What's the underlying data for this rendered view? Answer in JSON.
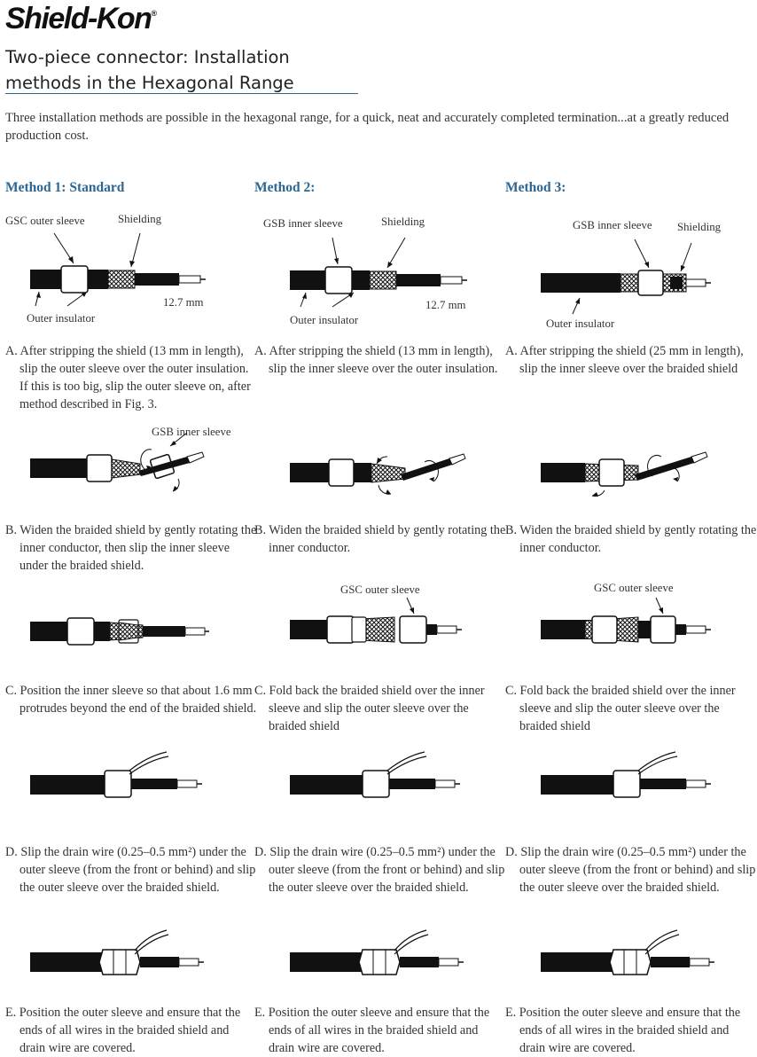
{
  "brand": "Shield-Kon",
  "brand_mark": "®",
  "title_line1": "Two-piece connector: Installation",
  "title_line2": "methods in the Hexagonal Range",
  "intro": "Three installation methods are possible in the hexagonal range, for a quick, neat and accurately completed termination...at a greatly reduced production cost.",
  "methods": [
    {
      "title": "Method 1: Standard",
      "fig_labels": {
        "a": "GSC outer sleeve",
        "b": "Shielding",
        "c": "Outer insulator",
        "d": "12.7 mm"
      },
      "fig2_label": "GSB inner sleeve",
      "steps": {
        "a": "A. After stripping the shield (13 mm in length), slip the outer sleeve over the outer insulation. If this is too big, slip the outer sleeve on, after method described in Fig. 3.",
        "b": "B. Widen the braided shield by gently rotating the inner conductor, then slip the inner sleeve under the braided shield.",
        "c": "C. Position the inner sleeve so that about 1.6 mm protrudes beyond the end of the braided shield.",
        "d": "D. Slip the drain wire (0.25–0.5 mm²) under the outer sleeve (from the front or behind) and slip the outer sleeve over the braided shield.",
        "e": "E. Position the outer sleeve and ensure that the ends of all wires in the braided shield and drain wire are covered."
      }
    },
    {
      "title": "Method 2:",
      "fig_labels": {
        "a": "GSB inner sleeve",
        "b": "Shielding",
        "c": "Outer insulator",
        "d": "12.7 mm"
      },
      "fig3_label": "GSC outer sleeve",
      "steps": {
        "a": "A. After stripping the shield (13 mm in length), slip the inner sleeve over the outer insulation.",
        "b": "B. Widen the braided shield by gently rotating the inner conductor.",
        "c": "C. Fold back the braided shield over the inner sleeve and slip the outer sleeve over the braided shield",
        "d": "D. Slip the drain wire (0.25–0.5 mm²) under the outer sleeve (from the front or behind) and slip the outer sleeve over the braided shield.",
        "e": "E. Position the outer sleeve and ensure that the ends of all wires in the braided shield and drain wire are covered."
      }
    },
    {
      "title": "Method 3:",
      "fig_labels": {
        "a": "GSB inner sleeve",
        "b": "Shielding",
        "c": "Outer insulator"
      },
      "fig3_label": "GSC outer sleeve",
      "steps": {
        "a": "A. After stripping the shield (25 mm in length), slip the inner sleeve over the braided shield",
        "b": "B. Widen the braided shield by gently rotating the inner conductor.",
        "c": "C. Fold back the braided shield over the inner sleeve and slip the outer sleeve over the braided shield",
        "d": "D. Slip the drain wire (0.25–0.5 mm²) under the outer sleeve (from the front or behind) and slip the outer sleeve over the braided shield.",
        "e": "E. Position the outer sleeve and ensure that the ends of all wires in the braided shield and drain wire are covered."
      }
    }
  ]
}
